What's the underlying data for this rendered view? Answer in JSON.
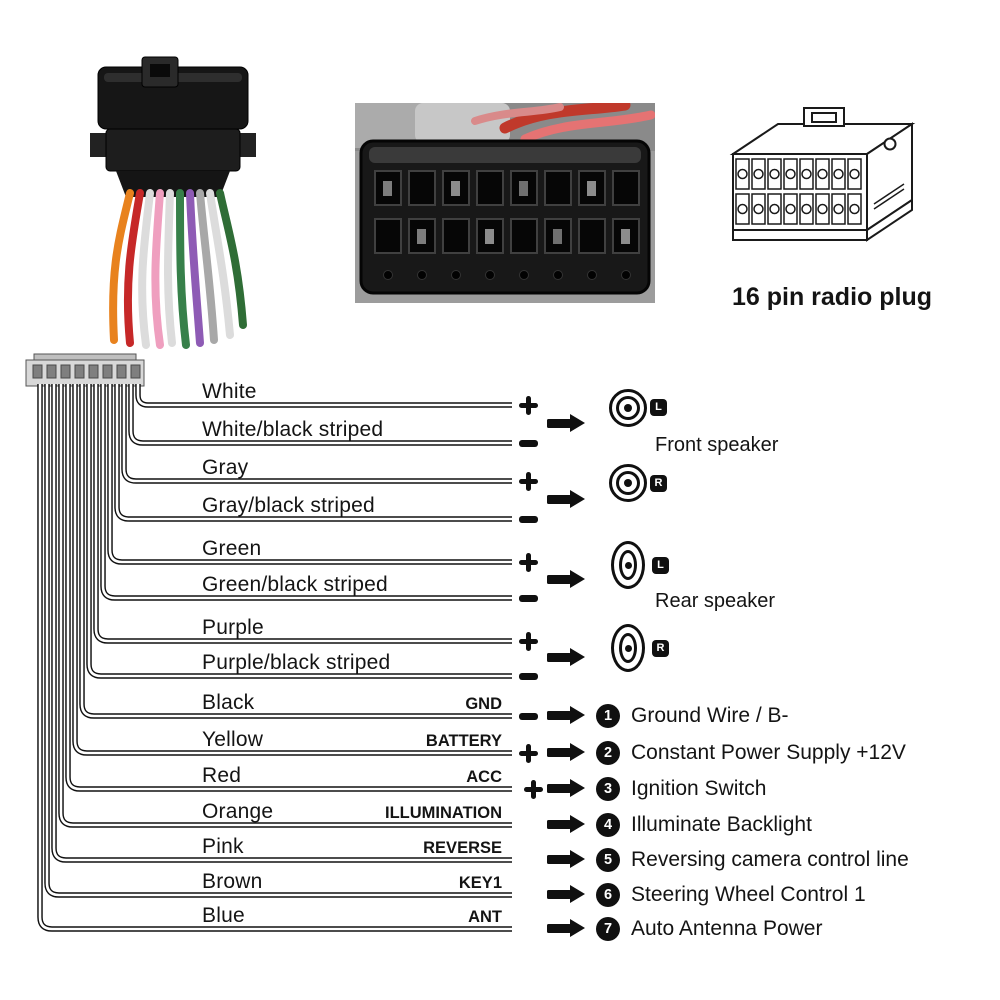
{
  "caption": "16 pin radio plug",
  "polarity_symbols": {
    "plus": "+",
    "minus": "−"
  },
  "speaker_pairs": [
    {
      "plus_wire": "White",
      "minus_wire": "White/black striped",
      "channel": "L",
      "group_label": "Front speaker",
      "speaker_shape": "round"
    },
    {
      "plus_wire": "Gray",
      "minus_wire": "Gray/black striped",
      "channel": "R",
      "group_label": "",
      "speaker_shape": "round"
    },
    {
      "plus_wire": "Green",
      "minus_wire": "Green/black striped",
      "channel": "L",
      "group_label": "Rear speaker",
      "speaker_shape": "oval"
    },
    {
      "plus_wire": "Purple",
      "minus_wire": "Purple/black striped",
      "channel": "R",
      "group_label": "",
      "speaker_shape": "oval"
    }
  ],
  "function_wires": [
    {
      "wire": "Black",
      "tag": "GND",
      "polarity": "−",
      "num": "1",
      "function": "Ground Wire / B-"
    },
    {
      "wire": "Yellow",
      "tag": "BATTERY",
      "polarity": "+",
      "num": "2",
      "function": "Constant Power Supply +12V"
    },
    {
      "wire": "Red",
      "tag": "ACC",
      "polarity": "+",
      "num": "3",
      "function": "Ignition Switch"
    },
    {
      "wire": "Orange",
      "tag": "ILLUMINATION",
      "polarity": "",
      "num": "4",
      "function": "Illuminate Backlight"
    },
    {
      "wire": "Pink",
      "tag": "REVERSE",
      "polarity": "",
      "num": "5",
      "function": "Reversing camera control line"
    },
    {
      "wire": "Brown",
      "tag": "KEY1",
      "polarity": "",
      "num": "6",
      "function": "Steering Wheel Control 1"
    },
    {
      "wire": "Blue",
      "tag": "ANT",
      "polarity": "",
      "num": "7",
      "function": "Auto Antenna Power"
    }
  ]
}
